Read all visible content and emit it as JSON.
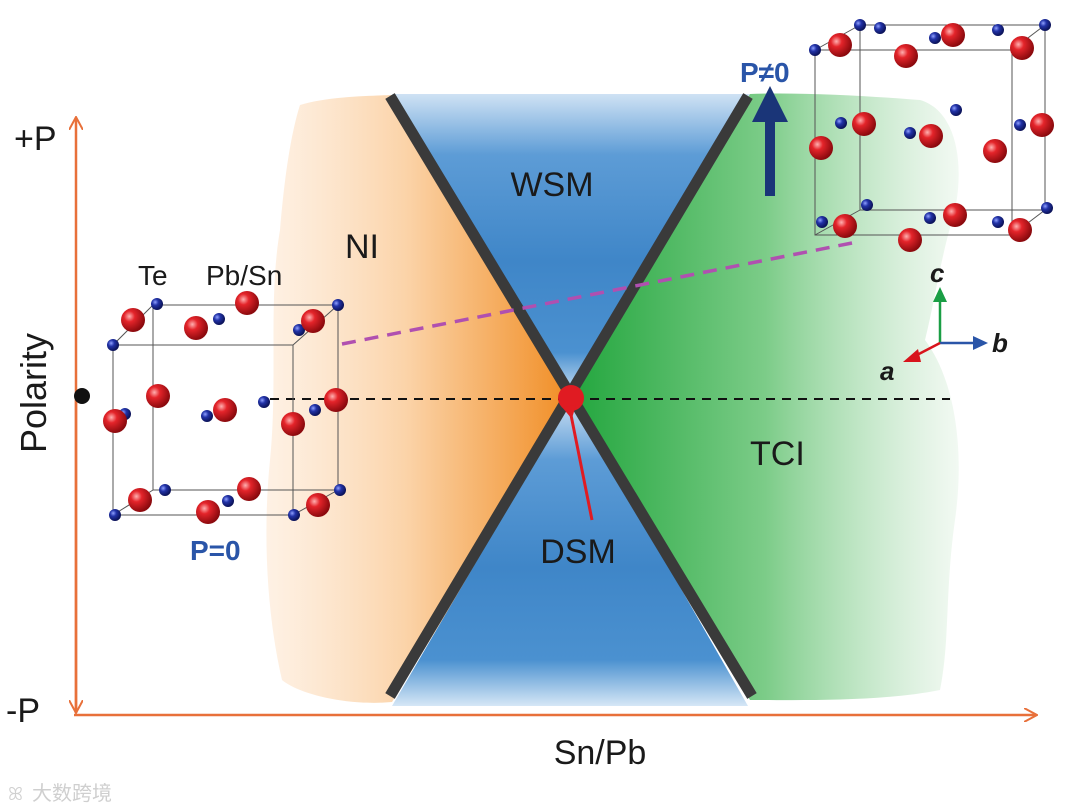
{
  "axes": {
    "y_top_label": "+P",
    "y_bottom_label": "-P",
    "y_title": "Polarity",
    "x_title": "Sn/Pb",
    "axis_color": "#e8703a"
  },
  "regions": {
    "ni": {
      "label": "NI",
      "color": "#f39a3a"
    },
    "wsm": {
      "label": "WSM",
      "color": "#4a8fd0"
    },
    "tci": {
      "label": "TCI",
      "color": "#2eb24a"
    },
    "dsm": {
      "label": "DSM"
    }
  },
  "crystals": {
    "left": {
      "atom_labels": [
        "Te",
        "Pb/Sn"
      ],
      "polarization": "P=0"
    },
    "right": {
      "polarization": "P≠0"
    }
  },
  "crystal_axes": {
    "a": "a",
    "b": "b",
    "c": "c"
  },
  "colors": {
    "large_atom": "#d8141c",
    "small_atom": "#1e2a8c",
    "boundary_line": "#3a3a3a",
    "dashed_link": "#b050b0",
    "critical_point": "#e01b22",
    "polarization_arrow": "#1a3578"
  },
  "watermark": "大数跨境"
}
